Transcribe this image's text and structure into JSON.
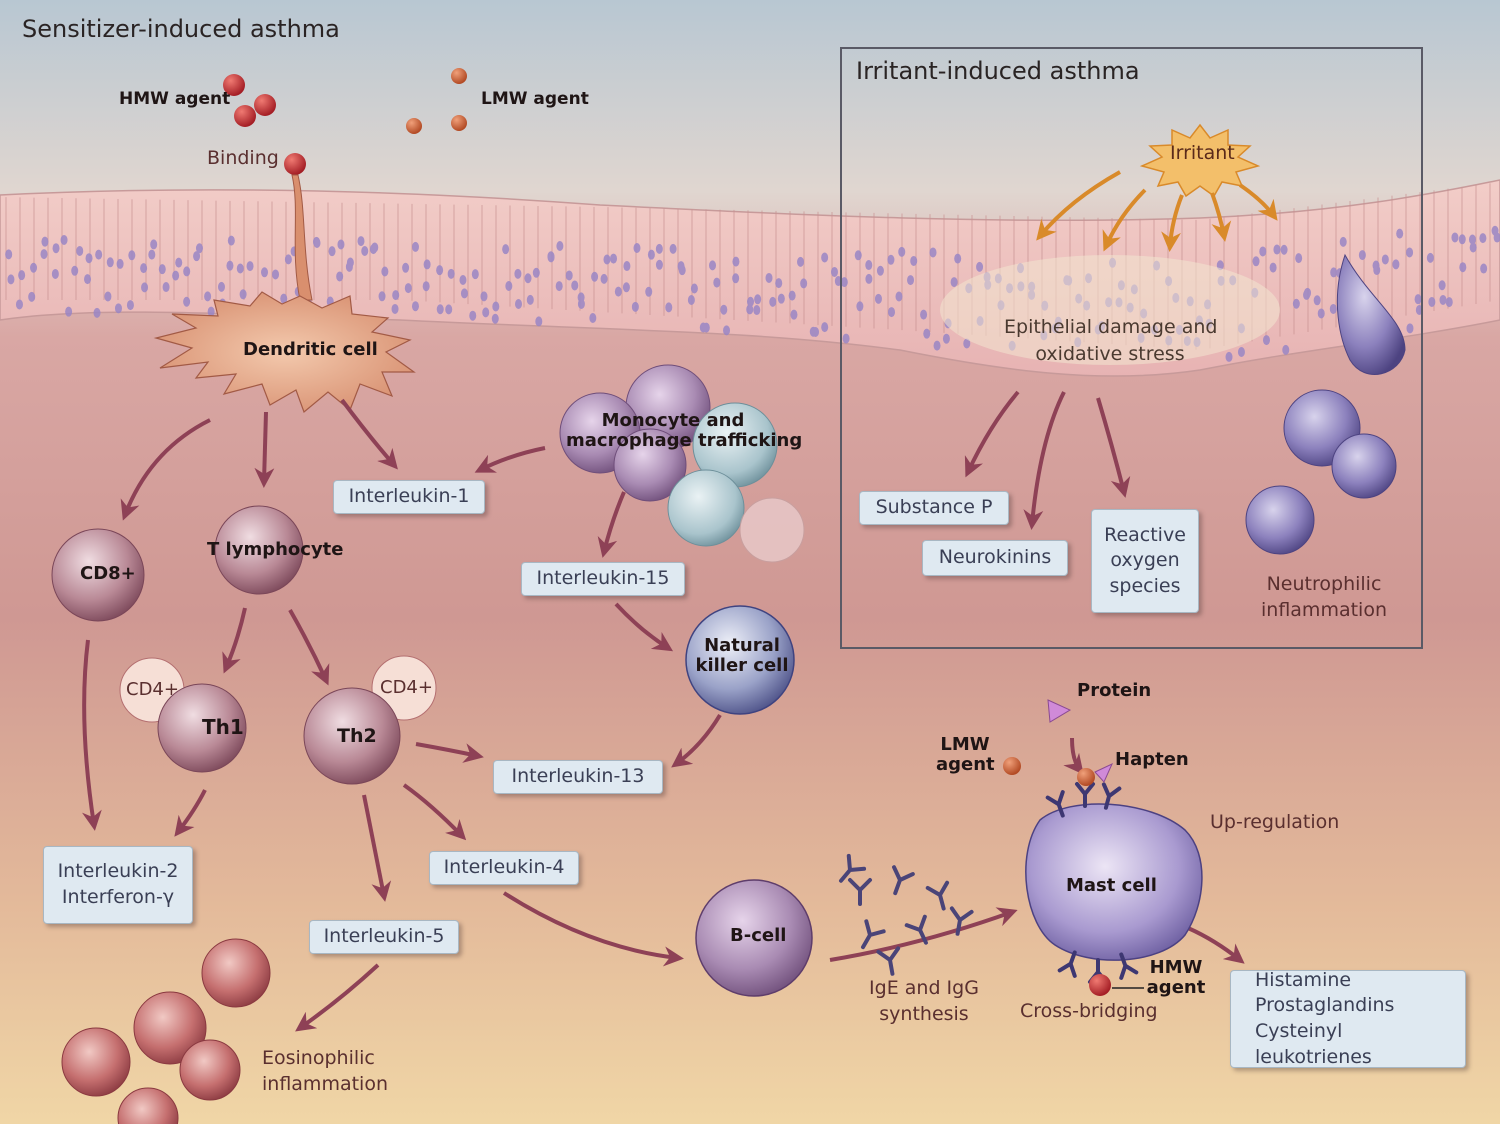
{
  "panels": {
    "sensitizer_title": "Sensitizer-induced asthma",
    "irritant_title": "Irritant-induced asthma"
  },
  "agents": {
    "hmw_agent": "HMW agent",
    "lmw_agent": "LMW agent",
    "binding": "Binding",
    "irritant": "Irritant",
    "protein": "Protein",
    "lmw_agent_line1": "LMW",
    "lmw_agent_line2": "agent",
    "hapten": "Hapten",
    "hmw_agent_line1": "HMW",
    "hmw_agent_line2": "agent"
  },
  "cells": {
    "dendritic": "Dendritic cell",
    "monocyte_line1": "Monocyte and",
    "monocyte_line2": "macrophage trafficking",
    "t_lymphocyte": "T lymphocyte",
    "cd8": "CD8+",
    "cd4_a": "CD4+",
    "cd4_b": "CD4+",
    "th1": "Th1",
    "th2": "Th2",
    "nk_line1": "Natural",
    "nk_line2": "killer cell",
    "b_cell": "B-cell",
    "mast_cell": "Mast cell"
  },
  "mediators": {
    "il1": "Interleukin-1",
    "il15": "Interleukin-15",
    "il13": "Interleukin-13",
    "il4": "Interleukin-4",
    "il5": "Interleukin-5",
    "il2_line1": "Interleukin-2",
    "il2_line2": "Interferon-γ",
    "substance_p": "Substance P",
    "neurokinins": "Neurokinins",
    "ros_line1": "Reactive",
    "ros_line2": "oxygen",
    "ros_line3": "species",
    "histamine": "Histamine",
    "prostaglandins": "Prostaglandins",
    "leukotrienes": "Cysteinyl leukotrienes"
  },
  "annotations": {
    "epithelial_line1": "Epithelial damage and",
    "epithelial_line2": "oxidative stress",
    "neutrophilic_line1": "Neutrophilic",
    "neutrophilic_line2": "inflammation",
    "eosinophilic_line1": "Eosinophilic",
    "eosinophilic_line2": "inflammation",
    "up_regulation": "Up-regulation",
    "ige_line1": "IgE and IgG",
    "ige_line2": "synthesis",
    "cross_bridging": "Cross-bridging"
  },
  "colors": {
    "arrow": "#8e4156",
    "irritant_arrow": "#d98a2a",
    "label_box": "#dfe9f1",
    "agent_red": "#b8292d",
    "agent_orange": "#c65a32"
  }
}
